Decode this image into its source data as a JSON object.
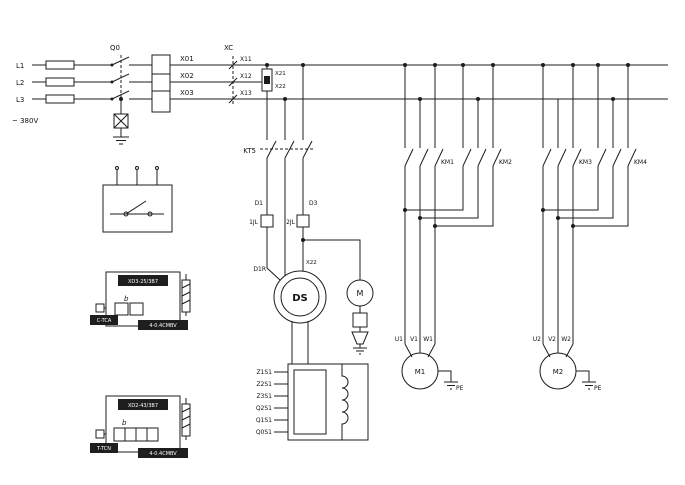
{
  "diagram": {
    "supply": {
      "l1": "L1",
      "l2": "L2",
      "l3": "L3",
      "voltage": "~ 380V",
      "q0": "Q0",
      "x01": "X01",
      "x02": "X02",
      "x03": "X03",
      "xc": "XC",
      "x11": "X11",
      "x12": "X12",
      "x13": "X13",
      "x21": "X21",
      "x22": "X22"
    },
    "control": {
      "kt5": "KT5",
      "d1": "D1",
      "d3": "D3",
      "jl1": "1JL",
      "jl2": "2JL",
      "d1r": "D1R",
      "x22": "X22",
      "ds": "DS",
      "m": "M"
    },
    "terminal_block": {
      "rows": [
        "Z1S1",
        "Z2S1",
        "Z3S1",
        "Q2S1",
        "Q1S1",
        "Q0S1"
      ]
    },
    "contactors": {
      "km1": "KM1",
      "km2": "KM2",
      "km3": "KM3",
      "km4": "KM4"
    },
    "motor1": {
      "u": "U1",
      "v": "V1",
      "w": "W1",
      "name": "M1",
      "pe": "PE"
    },
    "motor2": {
      "u": "U2",
      "v": "V2",
      "w": "W2",
      "name": "M2",
      "pe": "PE"
    },
    "box_a": {
      "model": "XD3-25/3B7",
      "coil": "b",
      "tag_left": "C-TCA",
      "tag_right": "4-0.4CMBV"
    },
    "box_b": {
      "model": "XD2-43/3B7",
      "coil": "b",
      "tag_left": "T-TCN",
      "tag_right": "4-0.4CMBV"
    }
  }
}
